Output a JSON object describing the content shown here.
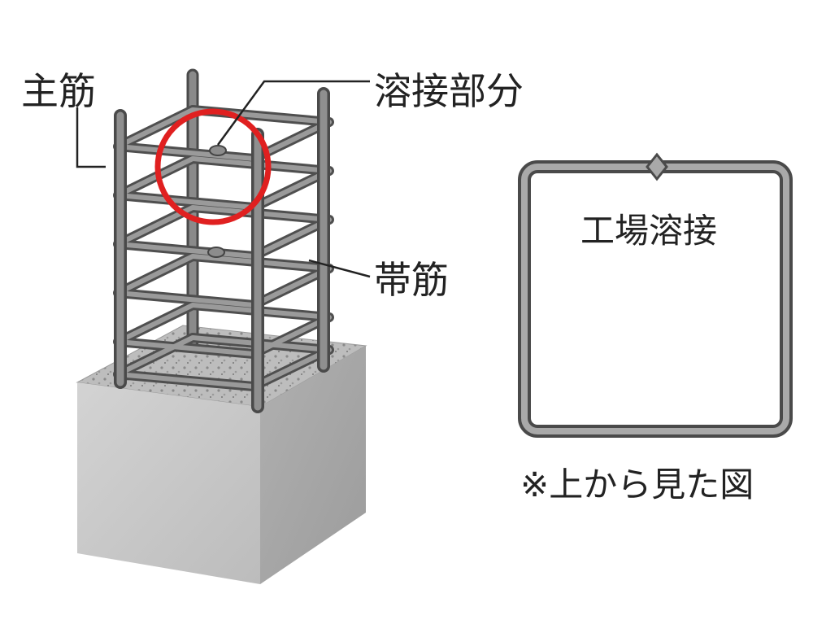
{
  "labels": {
    "main_rebar": "主筋",
    "weld_part": "溶接部分",
    "hoop": "帯筋",
    "factory_weld": "工場溶接",
    "top_view_note": "※上から見た図"
  },
  "colors": {
    "highlight_circle": "#e02020",
    "rebar": "#7d7d7d",
    "rebar_dark": "#4a4a4a",
    "concrete_front": "#c9c9c9",
    "concrete_side": "#a9a9a9",
    "concrete_top": "#b8b8b8",
    "text": "#222222"
  }
}
